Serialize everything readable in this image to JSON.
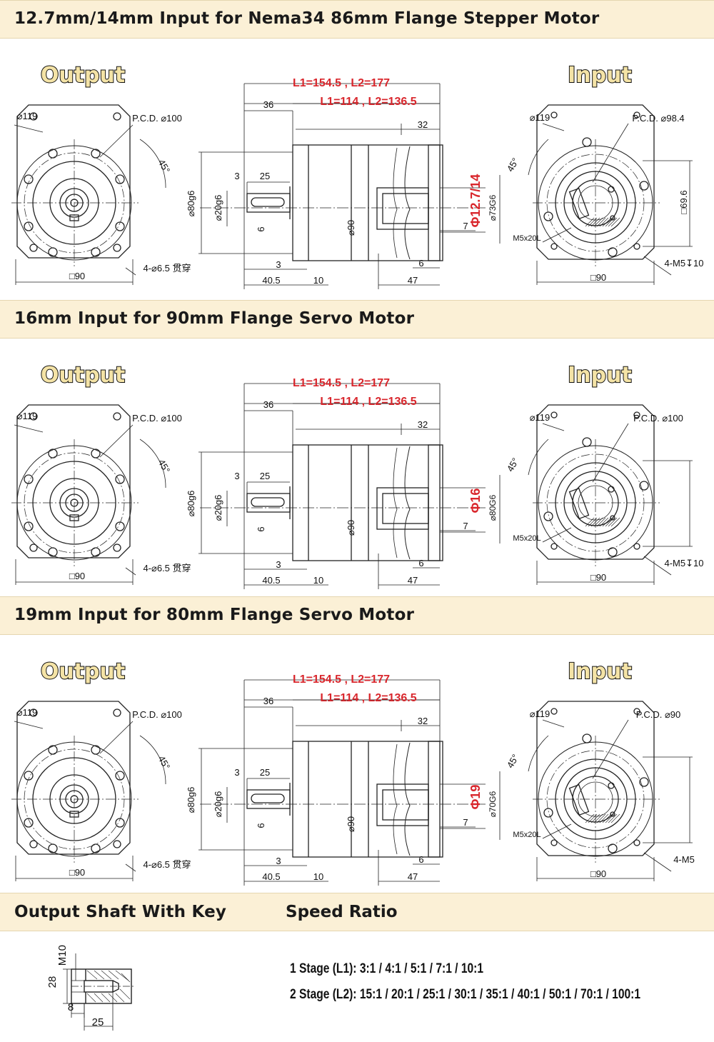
{
  "sections": [
    {
      "title": "12.7mm/14mm Input for Nema34 86mm Flange Stepper Motor",
      "output_label": "Output",
      "input_label": "Input",
      "out_dia": "⌀119",
      "out_pcd": "P.C.D. ⌀100",
      "out_angle": "45°",
      "out_holes": "4-⌀6.5 贯穿",
      "out_square": "□90",
      "len_red_a": "L1=154.5 , L2=177",
      "len_red_b": "L1=114 , L2=136.5",
      "d36": "36",
      "d32": "32",
      "d3a": "3",
      "d25": "25",
      "d80": "⌀80g6",
      "d20": "⌀20g6",
      "d6": "6",
      "d90": "⌀90",
      "d7": "7",
      "in_bore_red": "Φ12.7/14",
      "in_pilot": "⌀73G6",
      "d3b": "3",
      "d405": "40.5",
      "d10": "10",
      "d6b": "6",
      "d47": "47",
      "in_dia": "⌀119",
      "in_pcd": "P.C.D. ⌀98.4",
      "in_angle": "45°",
      "in_side": "□69.6",
      "in_screw": "M5x20L",
      "in_holes": "4-M5↧10",
      "in_square": "□90"
    },
    {
      "title": "16mm Input for 90mm Flange Servo Motor",
      "output_label": "Output",
      "input_label": "Input",
      "out_dia": "⌀119",
      "out_pcd": "P.C.D. ⌀100",
      "out_angle": "45°",
      "out_holes": "4-⌀6.5 贯穿",
      "out_square": "□90",
      "len_red_a": "L1=154.5 , L2=177",
      "len_red_b": "L1=114 , L2=136.5",
      "d36": "36",
      "d32": "32",
      "d3a": "3",
      "d25": "25",
      "d80": "⌀80g6",
      "d20": "⌀20g6",
      "d6": "6",
      "d90": "⌀90",
      "d7": "7",
      "in_bore_red": "Φ16",
      "in_pilot": "⌀80G6",
      "d3b": "3",
      "d405": "40.5",
      "d10": "10",
      "d6b": "6",
      "d47": "47",
      "in_dia": "⌀119",
      "in_pcd": "P.C.D. ⌀100",
      "in_angle": "45°",
      "in_side": "",
      "in_screw": "M5x20L",
      "in_holes": "4-M5↧10",
      "in_square": "□90"
    },
    {
      "title": "19mm Input for 80mm Flange Servo Motor",
      "output_label": "Output",
      "input_label": "Input",
      "out_dia": "⌀119",
      "out_pcd": "P.C.D. ⌀100",
      "out_angle": "45°",
      "out_holes": "4-⌀6.5 贯穿",
      "out_square": "□90",
      "len_red_a": "L1=154.5 , L2=177",
      "len_red_b": "L1=114 , L2=136.5",
      "d36": "36",
      "d32": "32",
      "d3a": "3",
      "d25": "25",
      "d80": "⌀80g6",
      "d20": "⌀20g6",
      "d6": "6",
      "d90": "⌀90",
      "d7": "7",
      "in_bore_red": "Φ19",
      "in_pilot": "⌀70G6",
      "d3b": "3",
      "d405": "40.5",
      "d10": "10",
      "d6b": "6",
      "d47": "47",
      "in_dia": "⌀119",
      "in_pcd": "P.C.D. ⌀90",
      "in_angle": "45°",
      "in_side": "",
      "in_screw": "M5x20L",
      "in_holes": "4-M5",
      "in_square": "□90"
    }
  ],
  "bottom": {
    "shaft_title": "Output Shaft With Key",
    "ratio_title": "Speed Ratio",
    "shaft_m10": "M10",
    "shaft_28": "28",
    "shaft_8": "8",
    "shaft_25": "25",
    "stage1": "1 Stage (L1): 3:1 / 4:1 / 5:1 / 7:1 / 10:1",
    "stage2": "2 Stage (L2): 15:1 / 20:1 / 25:1 / 30:1 / 35:1 / 40:1 / 50:1 / 70:1 / 100:1"
  },
  "colors": {
    "band": "#fbf0d6",
    "red_dim": "#d9262c",
    "label_fill": "#f4e3a6",
    "line": "#222222"
  }
}
